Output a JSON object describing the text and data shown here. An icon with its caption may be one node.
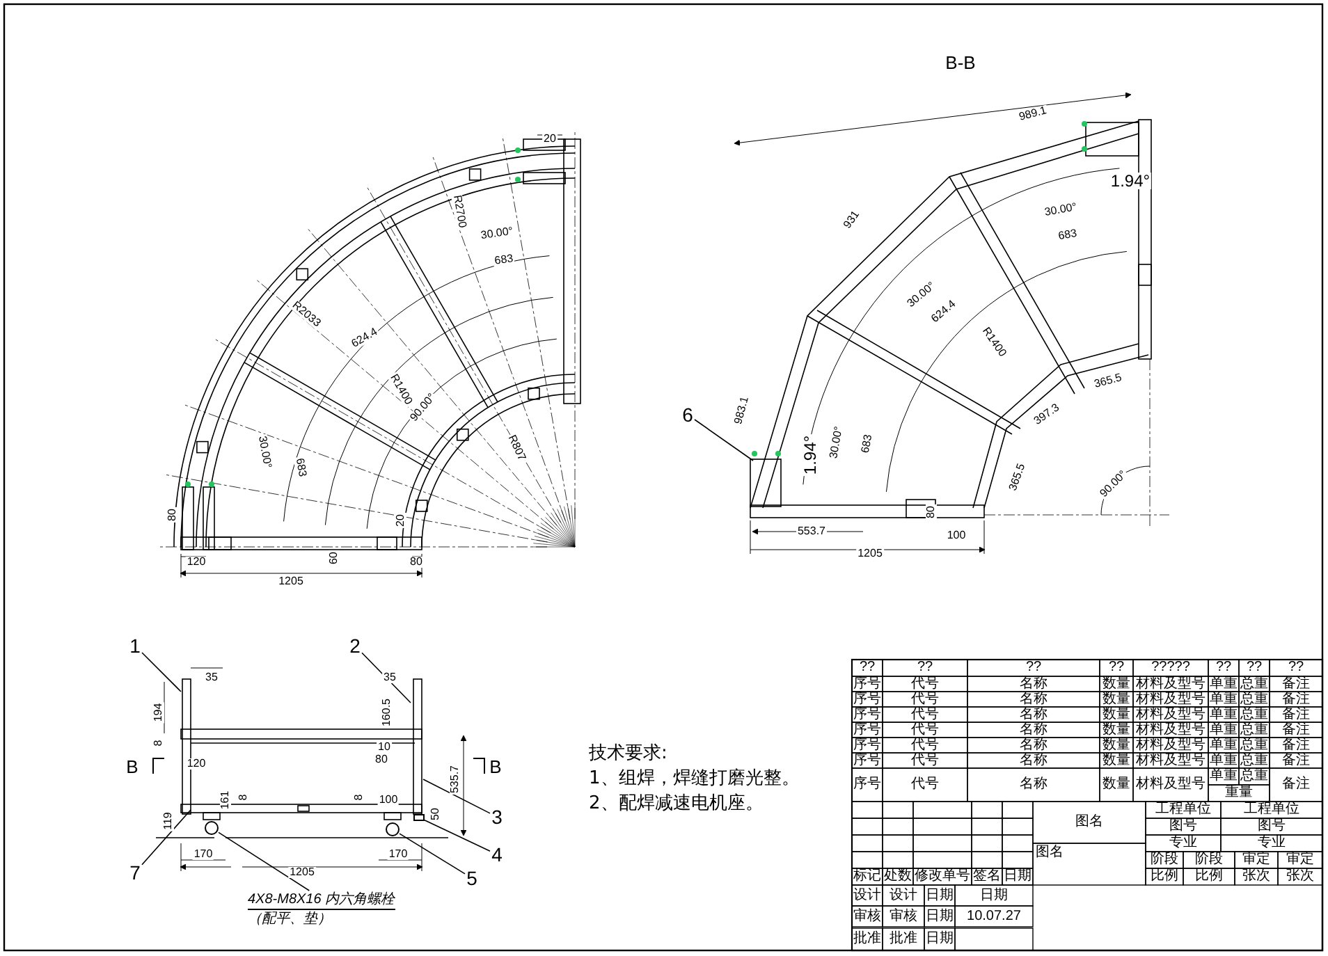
{
  "diagram": {
    "nodes": [
      {
        "text": [
          "6"
        ]
      },
      {
        "text": [
          "1"
        ]
      },
      {
        "text": [
          "2"
        ]
      },
      {
        "text": [
          "3"
        ]
      },
      {
        "text": [
          "4"
        ]
      },
      {
        "text": [
          "7"
        ]
      },
      {
        "text": [
          "5"
        ]
      },
      {
        "text": [
          "4X8-M8X16 内六角螺栓",
          "（配平、垫）"
        ]
      },
      {
        "text": [],
        "shape": "circle"
      },
      {
        "text": [],
        "shape": "circle"
      },
      {
        "text": [],
        "shape": "box"
      }
    ],
    "edges": [
      {
        "from": 0,
        "to": null,
        "arrow": "none"
      },
      {
        "from": 1,
        "to": null,
        "arrow": "none"
      },
      {
        "from": 2,
        "to": null,
        "arrow": "none"
      },
      {
        "from": 3,
        "to": null,
        "arrow": "none"
      },
      {
        "from": 4,
        "to": 10,
        "arrow": "none"
      },
      {
        "from": 5,
        "to": null,
        "arrow": "none"
      },
      {
        "from": 6,
        "to": 9,
        "arrow": "none"
      },
      {
        "from": 7,
        "to": 8,
        "arrow": "none"
      }
    ],
    "labels": [
      "20",
      "R2700",
      "30.00°",
      "683",
      "R2033",
      "624.4",
      "R1400",
      "90.00°",
      "30.00°",
      "683",
      "R807",
      "80",
      "20",
      "120",
      "60",
      "80",
      "1205",
      "B-B",
      "989.1",
      "1.94°",
      "931",
      "30.00°",
      "683",
      "30.00°",
      "624.4",
      "R1400",
      "983.1",
      "1.94°",
      "30.00°",
      "683",
      "365.5",
      "397.3",
      "365.5",
      "90.00°",
      "80",
      "553.7",
      "100",
      "1205",
      "35",
      "35",
      "194",
      "160.5",
      "8",
      "120",
      "10",
      "80",
      "B",
      "B",
      "535.7",
      "161",
      "8",
      "8",
      "100",
      "50",
      "119",
      "170",
      "170",
      "1205",
      "技术要求:",
      "1、组焊，焊缝打磨光整。",
      "2、配焊减速电机座。",
      "??",
      "??",
      "??",
      "??",
      "?????",
      "??",
      "??",
      "??",
      "序号",
      "代号",
      "名称",
      "数量",
      "材料及型号",
      "单重",
      "总重",
      "备注",
      "序号",
      "代号",
      "名称",
      "数量",
      "材料及型号",
      "单重",
      "总重",
      "备注",
      "序号",
      "代号",
      "名称",
      "数量",
      "材料及型号",
      "单重",
      "总重",
      "备注",
      "序号",
      "代号",
      "名称",
      "数量",
      "材料及型号",
      "单重",
      "总重",
      "备注",
      "序号",
      "代号",
      "名称",
      "数量",
      "材料及型号",
      "单重",
      "总重",
      "备注",
      "序号",
      "代号",
      "名称",
      "数量",
      "材料及型号",
      "单重",
      "总重",
      "备注",
      "序号",
      "代号",
      "名称",
      "数量",
      "材料及型号",
      "单重",
      "总重",
      "重量",
      "备注",
      "图名",
      "工程单位",
      "工程单位",
      "图号",
      "图号",
      "专业",
      "专业",
      "图名",
      "阶段",
      "阶段",
      "审定",
      "审定",
      "标记",
      "处数",
      "修改单号",
      "签名",
      "日期",
      "比例",
      "比例",
      "张次",
      "张次",
      "设计",
      "设计",
      "日期",
      "日期",
      "审核",
      "审核",
      "日期",
      "10.07.27",
      "批准",
      "批准",
      "日期"
    ]
  }
}
